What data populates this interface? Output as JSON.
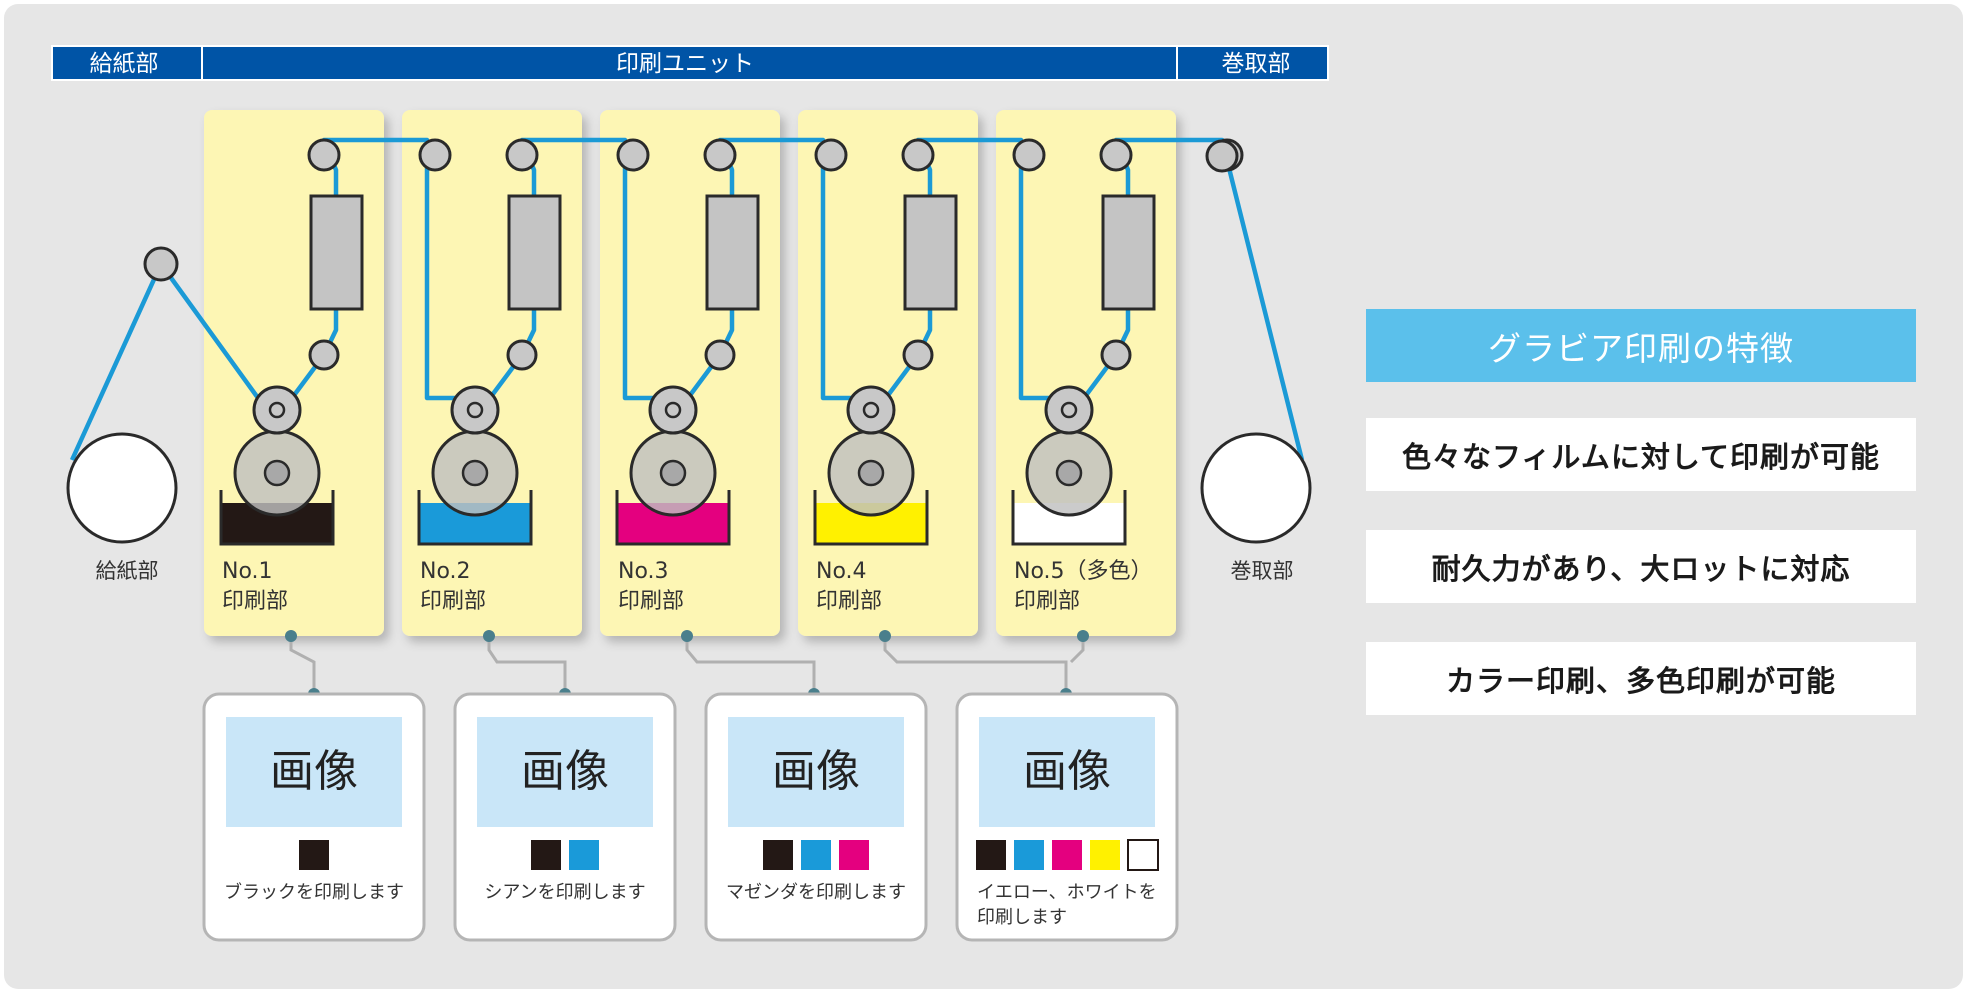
{
  "header": {
    "feed_label": "給紙部",
    "print_unit_label": "印刷ユニット",
    "rewind_label": "巻取部"
  },
  "rolls": {
    "feed_label": "給紙部",
    "rewind_label": "巻取部"
  },
  "units": [
    {
      "no": "No.1",
      "name": "印刷部",
      "ink_color": "#231815"
    },
    {
      "no": "No.2",
      "name": "印刷部",
      "ink_color": "#1a9ad9"
    },
    {
      "no": "No.3",
      "name": "印刷部",
      "ink_color": "#e4007f"
    },
    {
      "no": "No.4",
      "name": "印刷部",
      "ink_color": "#fff100"
    },
    {
      "no": "No.5（多色）",
      "name": "印刷部",
      "ink_color": "#ffffff"
    }
  ],
  "outputs": [
    {
      "image_label": "画像",
      "caption_lines": [
        "ブラックを印刷します"
      ],
      "swatches": [
        "#231815"
      ]
    },
    {
      "image_label": "画像",
      "caption_lines": [
        "シアンを印刷します"
      ],
      "swatches": [
        "#231815",
        "#1a9ad9"
      ]
    },
    {
      "image_label": "画像",
      "caption_lines": [
        "マゼンダを印刷します"
      ],
      "swatches": [
        "#231815",
        "#1a9ad9",
        "#e4007f"
      ]
    },
    {
      "image_label": "画像",
      "caption_lines": [
        "イエロー、ホワイトを",
        "印刷します"
      ],
      "swatches": [
        "#231815",
        "#1a9ad9",
        "#e4007f",
        "#fff100",
        "#ffffff"
      ]
    }
  ],
  "features": {
    "title": "グラビア印刷の特徴",
    "items": [
      "色々なフィルムに対して印刷が可能",
      "耐久力があり、大ロットに対応",
      "カラー印刷、多色印刷が可能"
    ]
  },
  "colors": {
    "background": "#e6e6e6",
    "header_blue": "#0054a6",
    "panel_yellow": "#fdf6b4",
    "web_line": "#1b9ad6",
    "feature_title_bg": "#5bc0eb",
    "image_box": "#c9e6f8"
  }
}
